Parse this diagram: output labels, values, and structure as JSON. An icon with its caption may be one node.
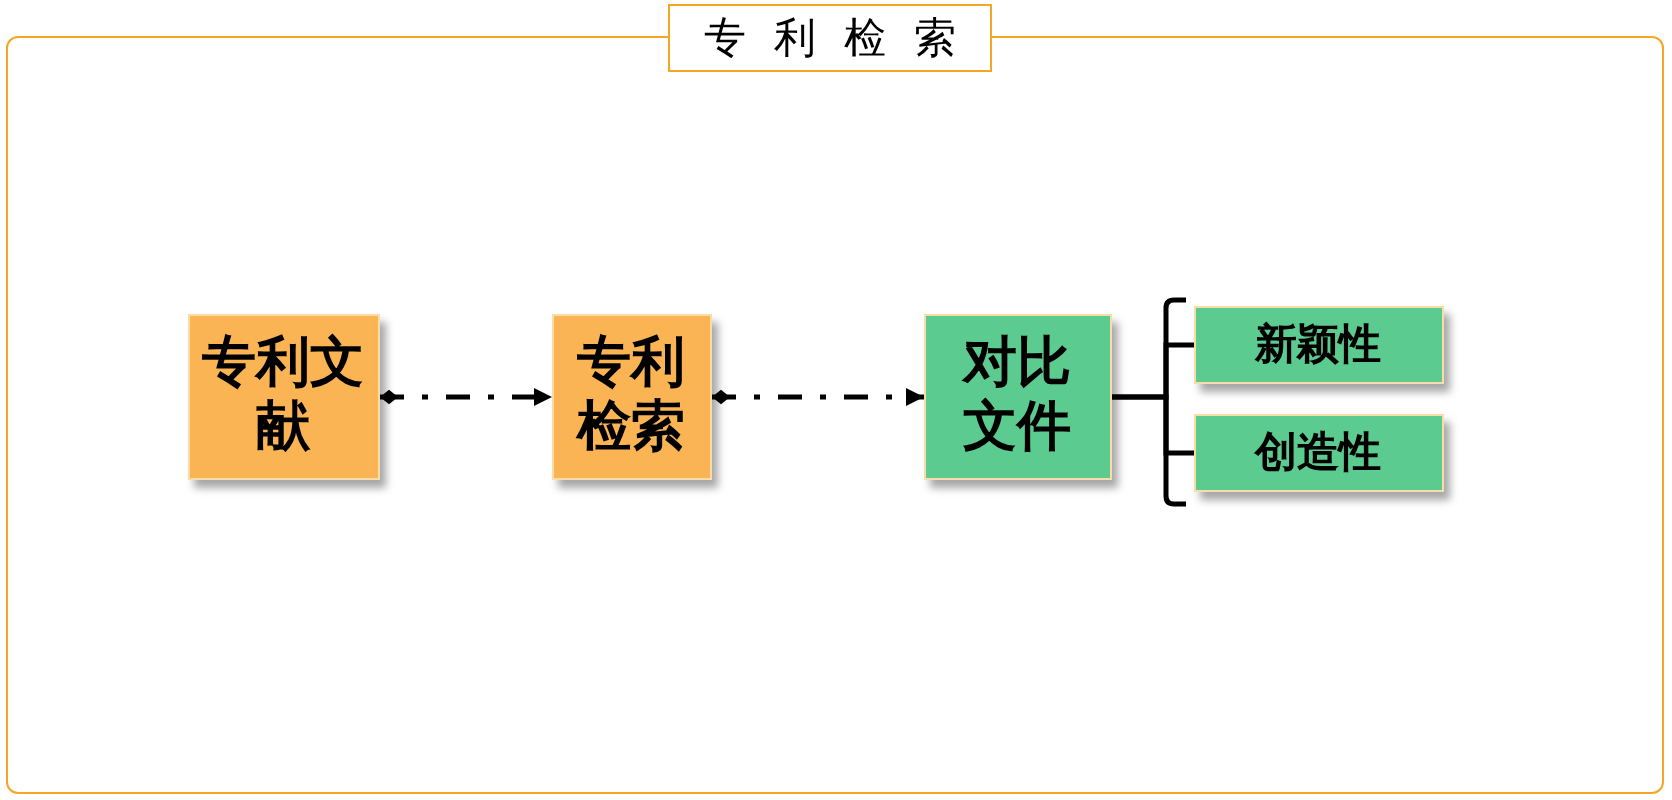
{
  "diagram": {
    "nodes": [
      {
        "text": [
          "专利检索"
        ]
      },
      {
        "text": [
          "专利文献"
        ],
        "in": 0
      },
      {
        "text": [
          "专利检索"
        ],
        "in": 0
      },
      {
        "text": [
          "对比文件"
        ],
        "in": 0
      },
      {
        "text": [
          "新颖性"
        ],
        "in": 0
      },
      {
        "text": [
          "创造性"
        ],
        "in": 0
      }
    ],
    "edges": [
      {
        "from": 1,
        "to": 2,
        "arrow": "to",
        "style": "dashed"
      },
      {
        "from": 2,
        "to": 3,
        "arrow": "to",
        "style": "dashed"
      },
      {
        "from": 3,
        "to": 4,
        "arrow": "none"
      },
      {
        "from": 3,
        "to": 5,
        "arrow": "none"
      }
    ]
  }
}
